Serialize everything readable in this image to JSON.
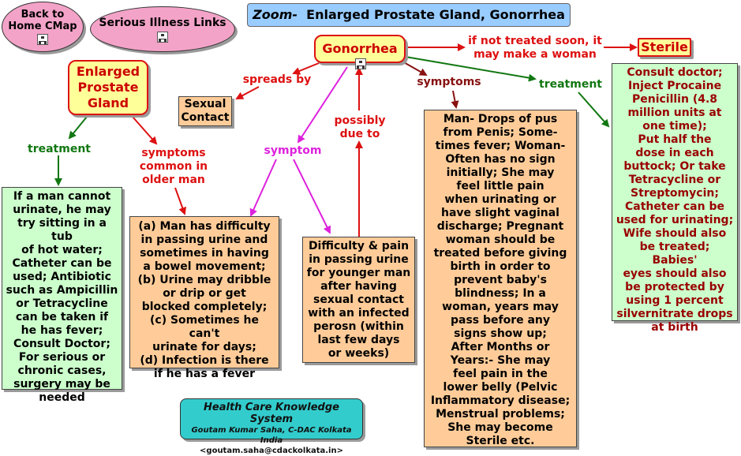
{
  "title": "Zoom-  Enlarged Prostate Gland, Gonorrhea",
  "title_prefix": "Zoom-",
  "title_main": "Enlarged Prostate Gland, Gonorrhea",
  "nav": {
    "back_home": "Back to\nHome CMap",
    "serious_links": "Serious Illness Links"
  },
  "concepts": {
    "gonorrhea": "Gonorrhea",
    "enlarged_prostate": "Enlarged\nProstate\nGland",
    "sterile": "Sterile",
    "sexual_contact": "Sexual\nContact"
  },
  "links": {
    "not_treated": "if not treated soon, it\nmay make a woman",
    "spreads_by": "spreads by",
    "symptoms_gon": "symptoms",
    "treatment_gon": "treatment",
    "symptom": "symptom",
    "possibly_due_to": "possibly\ndue to",
    "treatment_prostate": "treatment",
    "symptoms_older": "symptoms\ncommon in\nolder man"
  },
  "boxes": {
    "prostate_treatment": "If a man cannot\nurinate, he may\ntry sitting in a tub\nof hot water;\nCatheter can be\nused; Antibiotic\nsuch as Ampicillin\nor Tetracycline\ncan be taken if\nhe has fever;\nConsult Doctor;\nFor serious or\nchronic cases,\nsurgery may be\nneeded",
    "prostate_symptoms": "(a) Man has difficulty\nin passing urine and\nsometimes in having\na bowel movement;\n(b) Urine may dribble\nor drip or get\nblocked completely;\n(c) Sometimes he can't\nurinate for days;\n(d) Infection is there\nif he has a fever",
    "young_man": "Difficulty & pain\nin passing urine\nfor younger man\nafter having\nsexual contact\nwith an infected\nperosn (within\nlast few days\nor weeks)",
    "gon_symptoms": "Man- Drops of pus\nfrom Penis; Some-\ntimes fever; Woman-\nOften has no sign\ninitially; She may\nfeel little pain\nwhen urinating or\nhave slight vaginal\ndischarge; Pregnant\nwoman should be\ntreated before giving\nbirth in order to\nprevent baby's\nblindness; In a\nwoman, years may\npass before any\nsigns show up;\nAfter Months or\nYears:- She may\nfeel pain in the\nlower belly (Pelvic\nInflammatory disease;\nMenstrual problems;\nShe may become\nSterile etc.",
    "gon_treatment": "Consult doctor;\nInject Procaine\nPenicillin (4.8\nmillion units at\none time);\nPut half the\ndose in each\nbuttock; Or take\nTetracycline or\nStreptomycin;\nCatheter can be\nused for urinating;\nWife should also\nbe treated; Babies'\neyes should also\nbe protected by\nusing 1 percent\nsilvernitrate drops\nat birth"
  },
  "credit": {
    "line1": "Health Care Knowledge System",
    "line2": "Goutam Kumar Saha, C-DAC Kolkata India",
    "line3": "<goutam.saha@cdackolkata.in>"
  },
  "icons": [
    "concept-map-icon"
  ],
  "colors": {
    "title_bg": "#99ccff",
    "nav_pink": "#f4a3c8",
    "concept_yellow": "#ffff99",
    "box_orange": "#ffcc99",
    "box_green": "#ccffcc",
    "credit_teal": "#33cccc",
    "red": "#dd1111",
    "green": "#117711",
    "magenta": "#dd22dd",
    "maroon": "#881111"
  }
}
